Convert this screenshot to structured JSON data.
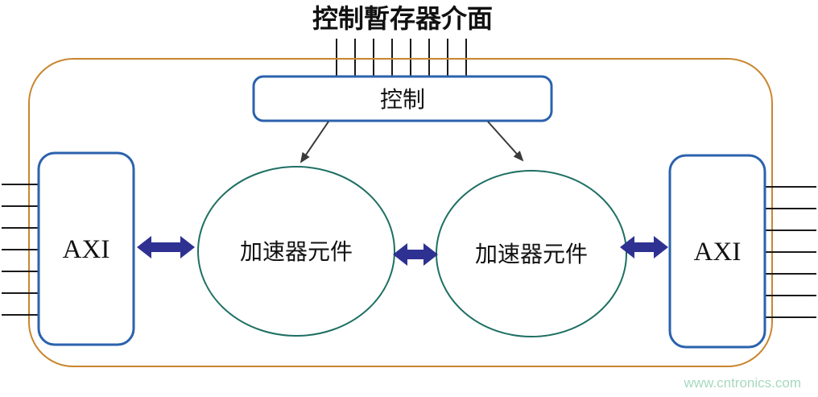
{
  "title": "控制暫存器介面",
  "control_box": {
    "label": "控制"
  },
  "axi_left": {
    "label": "AXI"
  },
  "axi_right": {
    "label": "AXI"
  },
  "accelerators": [
    {
      "label": "加速器元件"
    },
    {
      "label": "加速器元件"
    }
  ],
  "watermark": "www.cntronics.com",
  "colors": {
    "outer_border": "#c9862f",
    "box_border": "#2b62ad",
    "ellipse_border": "#1e6f63",
    "thick_arrow": "#2e3192",
    "thin_arrow": "#3a3a3a",
    "bus_line": "#1a1a1a",
    "text": "#111111",
    "watermark": "#a6d9bf",
    "background": "#ffffff"
  }
}
